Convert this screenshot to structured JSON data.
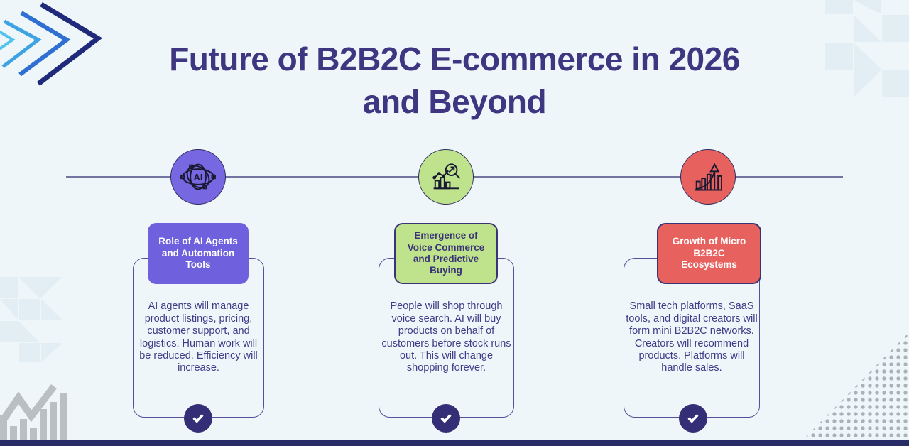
{
  "title": {
    "line1": "Future of B2B2C E-commerce in 2026",
    "line2": "and Beyond"
  },
  "colors": {
    "background": "#eef6f9",
    "title_text": "#3e3680",
    "accent_purple": "#7767e1",
    "accent_green": "#bfe38c",
    "accent_red": "#e7625f",
    "badge_navy": "#332e75",
    "timeline_line": "#7175a0",
    "bottom_bar": "#272c66",
    "card_border": "#54519a"
  },
  "columns": [
    {
      "icon": "ai-atom-icon",
      "icon_label": "AI",
      "accent": "#7767e1",
      "title": "Role of AI Agents and Automation Tools",
      "description": "AI agents will manage product listings, pricing, customer support, and logistics. Human work will be reduced. Efficiency will increase."
    },
    {
      "icon": "analytics-magnifier-icon",
      "accent": "#bfe38c",
      "title": "Emergence of Voice Commerce and Predictive Buying",
      "description": "People will shop through voice search. AI will buy products on behalf of customers before stock runs out. This will change shopping forever."
    },
    {
      "icon": "growth-arrow-icon",
      "accent": "#e7625f",
      "title": "Growth of Micro B2B2C Ecosystems",
      "description": "Small tech platforms, SaaS tools, and digital creators will form mini B2B2C networks. Creators will recommend products. Platforms will handle sales."
    }
  ]
}
